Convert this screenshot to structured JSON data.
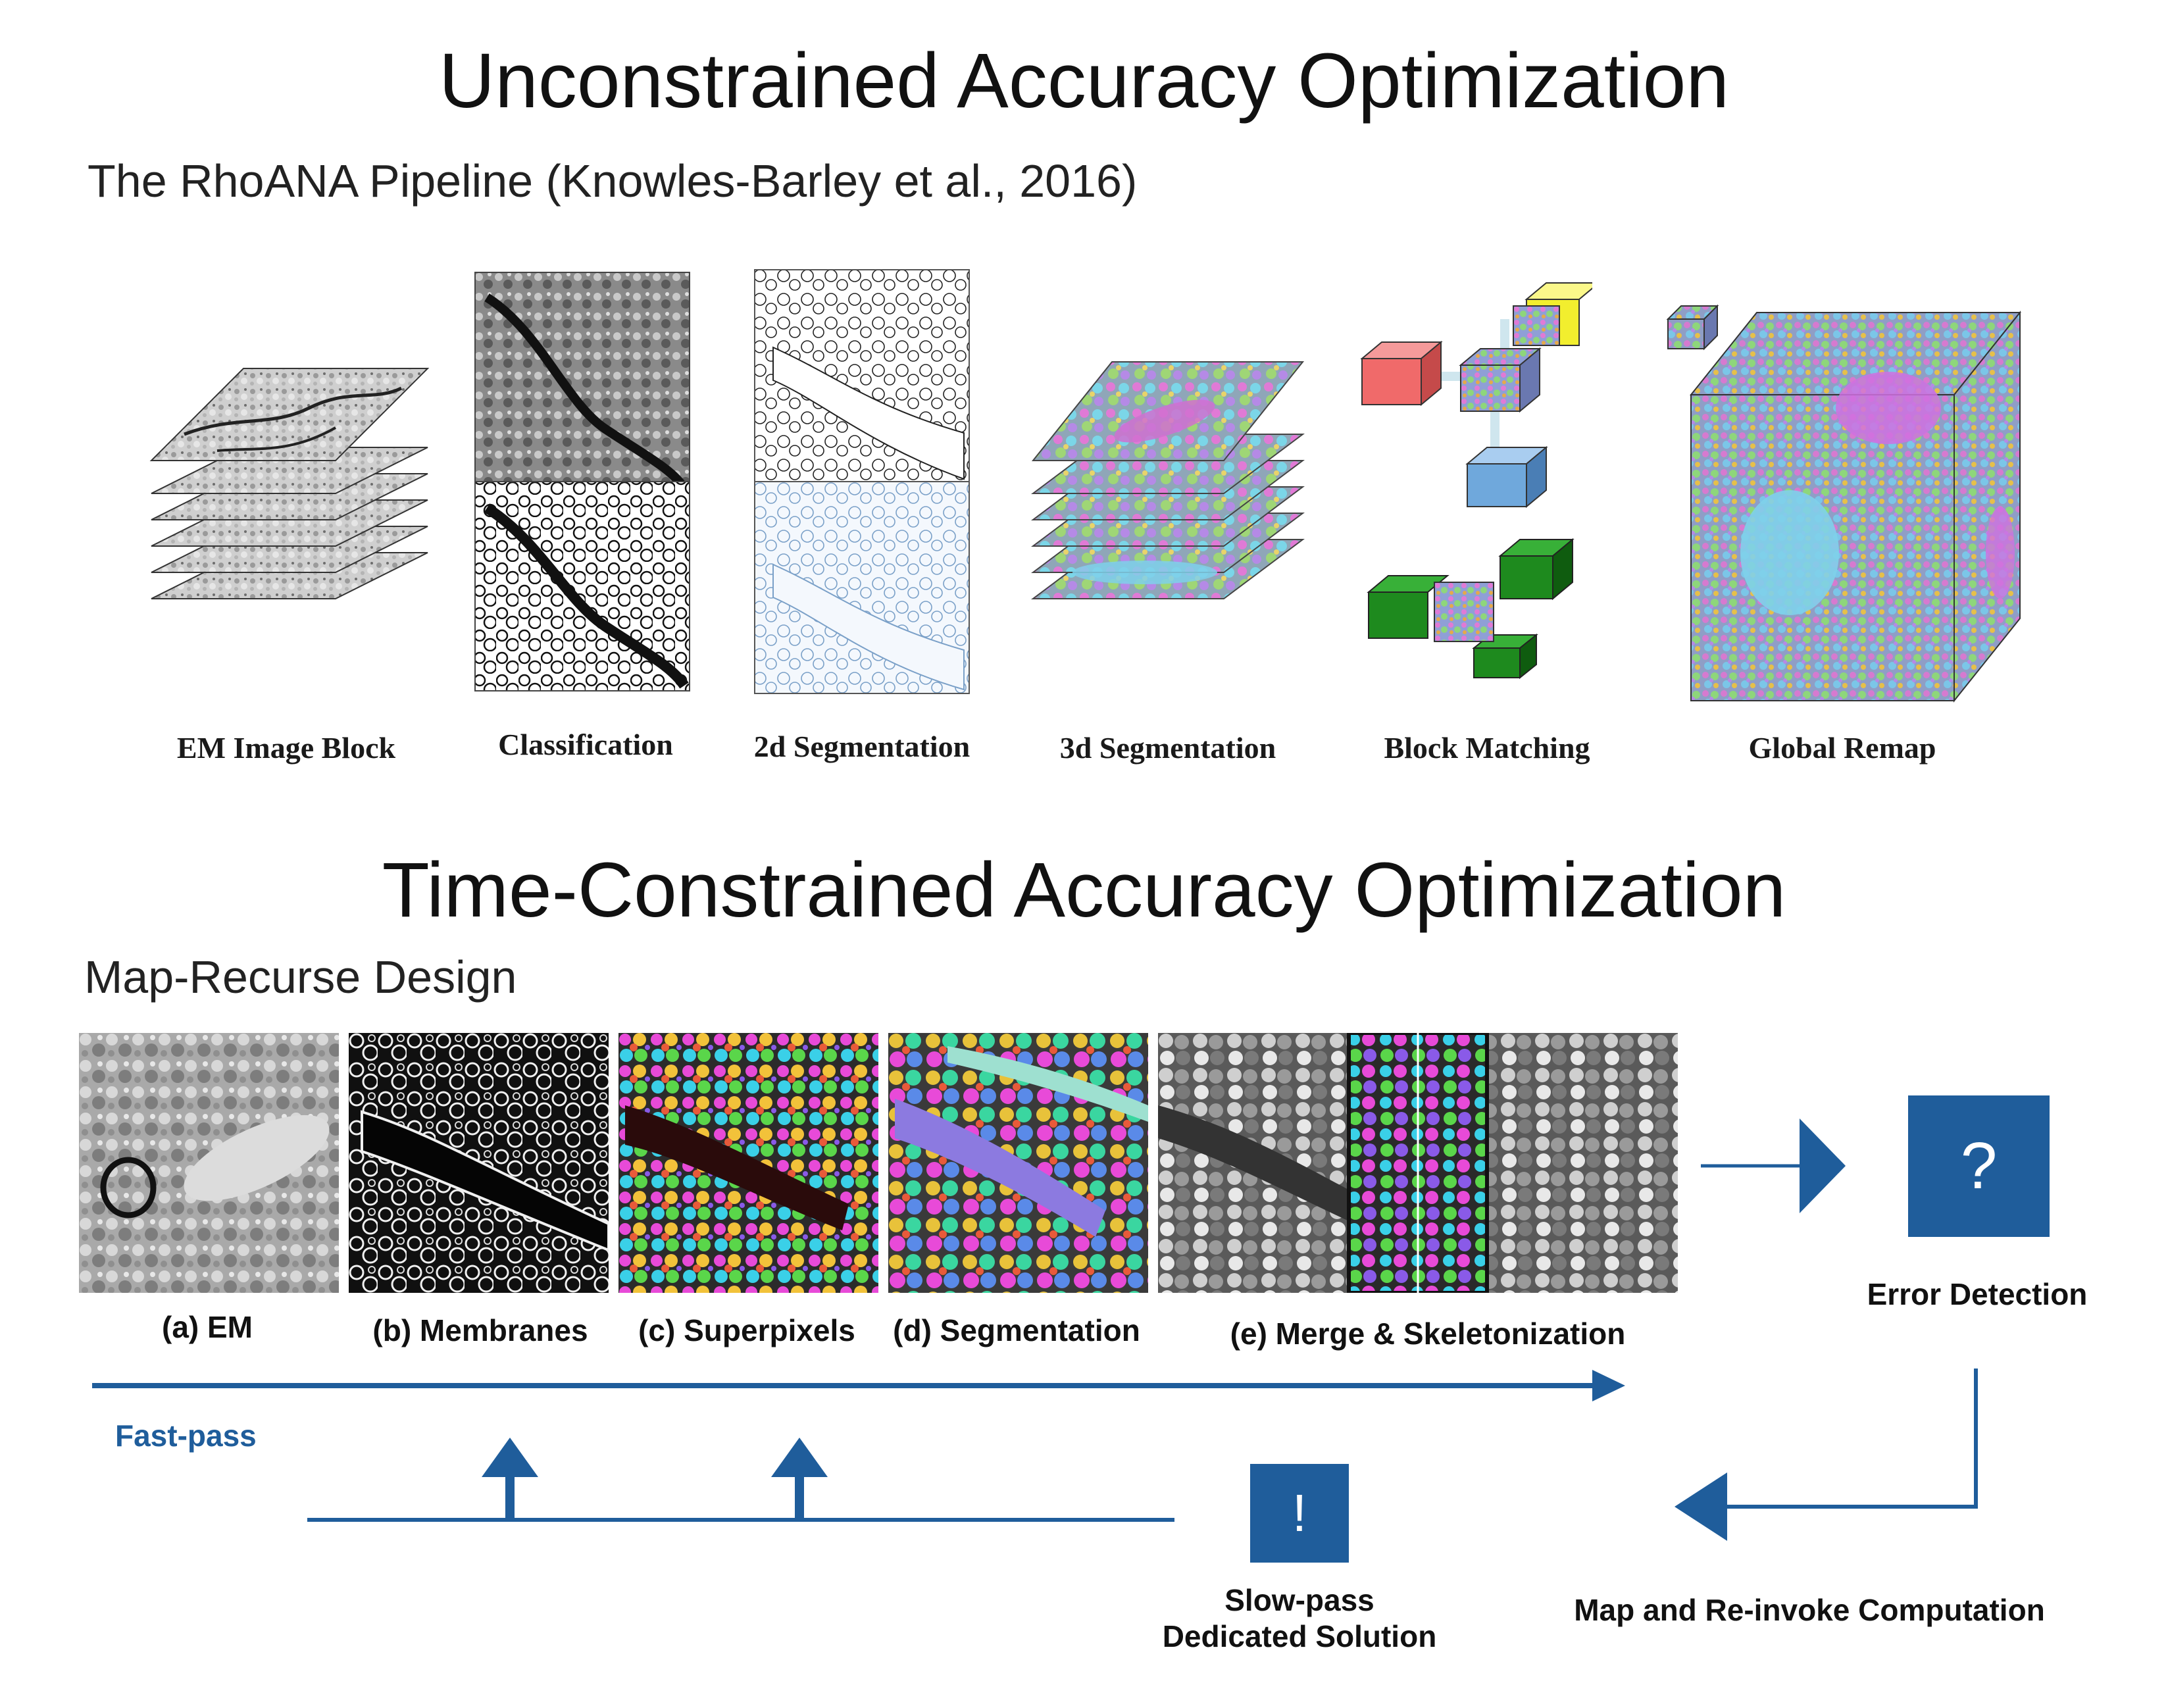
{
  "top": {
    "title": "Unconstrained Accuracy Optimization",
    "subtitle": "The RhoANA Pipeline (Knowles-Barley et al., 2016)",
    "stages": [
      {
        "label": "EM Image Block"
      },
      {
        "label": "Classification"
      },
      {
        "label": "2d Segmentation"
      },
      {
        "label": "3d Segmentation"
      },
      {
        "label": "Block Matching"
      },
      {
        "label": "Global Remap"
      }
    ]
  },
  "bottom": {
    "title": "Time-Constrained Accuracy Optimization",
    "subtitle": "Map-Recurse Design",
    "panels": [
      {
        "label": "(a) EM"
      },
      {
        "label": "(b) Membranes"
      },
      {
        "label": "(c) Superpixels"
      },
      {
        "label": "(d) Segmentation"
      },
      {
        "label": "(e) Merge & Skeletonization"
      }
    ],
    "error_detection": {
      "symbol": "?",
      "label": "Error Detection"
    },
    "slow_pass": {
      "symbol": "!",
      "line1": "Slow-pass",
      "line2": "Dedicated Solution"
    },
    "fast_pass_label": "Fast-pass",
    "map_label": "Map and Re-invoke Computation"
  },
  "colors": {
    "accent_blue": "#1f5d9b",
    "block_red": "#f06a6a",
    "block_yellow": "#f2ee2e",
    "block_blue": "#6fa8dc",
    "block_green": "#1e8a1e"
  }
}
